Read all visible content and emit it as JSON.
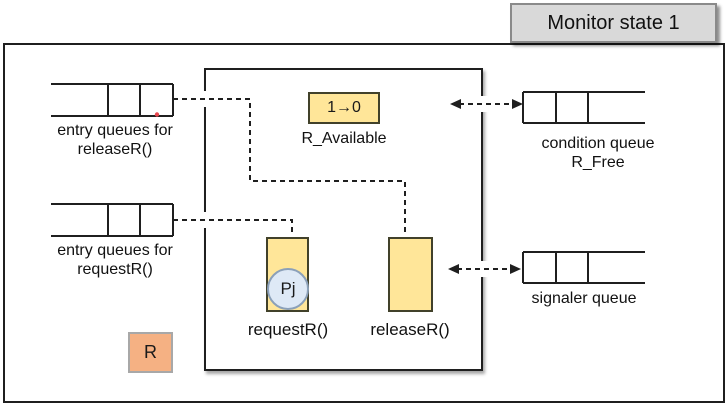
{
  "title_box": {
    "label": "Monitor state 1"
  },
  "queues": {
    "entry_release": {
      "label_line1": "entry queues for",
      "label_line2": "releaseR()"
    },
    "entry_request": {
      "label_line1": "entry queues for",
      "label_line2": "requestR()"
    },
    "condition": {
      "label_line1": "condition queue",
      "label_line2": "R_Free"
    },
    "signaler": {
      "label": "signaler queue"
    }
  },
  "monitor": {
    "available": {
      "value": "1→0",
      "label": "R_Available"
    },
    "request_method": {
      "label": "requestR()",
      "occupant": "Pj"
    },
    "release_method": {
      "label": "releaseR()"
    }
  },
  "resource": {
    "label": "R"
  },
  "colors": {
    "method_fill": "#FFE699",
    "method_border": "#41412A",
    "resource_fill": "#F5B183",
    "resource_border": "#A8A8A8",
    "process_fill": "#DEE9F6",
    "title_fill": "#D9D9D9",
    "line": "#1F1F1F",
    "marker_dot": "#E8474F"
  }
}
